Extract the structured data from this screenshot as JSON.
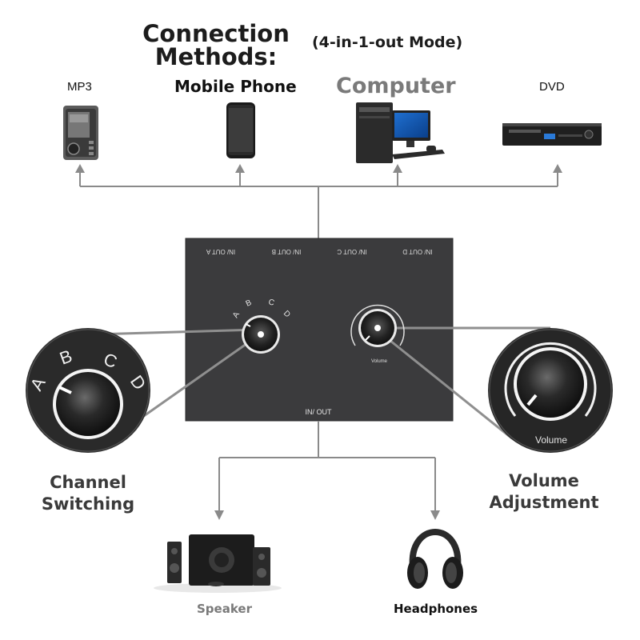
{
  "header": {
    "title": "Connection Methods:",
    "mode": "(4-in-1-out Mode)"
  },
  "inputs": [
    {
      "label": "MP3",
      "icon": "mp3-player-icon"
    },
    {
      "label": "Mobile Phone",
      "icon": "mobile-phone-icon"
    },
    {
      "label": "Computer",
      "icon": "computer-icon"
    },
    {
      "label": "DVD",
      "icon": "dvd-player-icon"
    }
  ],
  "device": {
    "ports": [
      "IN/ OUT A",
      "IN/ OUT B",
      "IN/ OUT C",
      "IN/ OUT D"
    ],
    "knob_letters": [
      "A",
      "B",
      "C",
      "D"
    ],
    "volume_label": "Volume",
    "output_label": "IN/ OUT"
  },
  "callouts": {
    "left": "Channel Switching",
    "right": "Volume Adjustment",
    "left_letters": [
      "A",
      "B",
      "C",
      "D"
    ],
    "right_label": "Volume"
  },
  "outputs": [
    {
      "label": "Speaker",
      "icon": "speaker-icon"
    },
    {
      "label": "Headphones",
      "icon": "headphones-icon"
    }
  ],
  "colors": {
    "device_body": "#3b3b3d",
    "line": "#8a8a8a",
    "computer_label": "#7a7a7a",
    "side_label": "#3a3a3a"
  }
}
